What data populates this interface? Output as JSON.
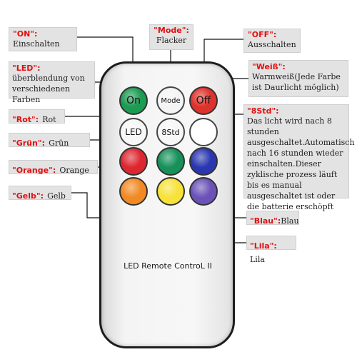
{
  "remote": {
    "label": "LED Remote ControL II"
  },
  "buttons": [
    {
      "id": "on",
      "text": "On",
      "color": "#1c9b52"
    },
    {
      "id": "mode",
      "text": "Mode",
      "color": "#f4f4f4"
    },
    {
      "id": "off",
      "text": "Off",
      "color": "#e0322c"
    },
    {
      "id": "led",
      "text": "LED",
      "color": "#f7f7f7"
    },
    {
      "id": "8std",
      "text": "8Std",
      "color": "#f7f7f7"
    },
    {
      "id": "weiss",
      "text": "",
      "color": "#ffffff"
    },
    {
      "id": "rot",
      "text": "",
      "color": "#de2630"
    },
    {
      "id": "gruen",
      "text": "",
      "color": "#16915a"
    },
    {
      "id": "blau",
      "text": "",
      "color": "#2a37b0"
    },
    {
      "id": "orange",
      "text": "",
      "color": "#f28a24"
    },
    {
      "id": "gelb",
      "text": "",
      "color": "#f7e23c"
    },
    {
      "id": "lila",
      "text": "",
      "color": "#6a52b8"
    }
  ],
  "labels": {
    "on": {
      "key": "\"ON\":",
      "text": "Einschalten"
    },
    "mode": {
      "key": "\"Mode\":",
      "text": "Flacker"
    },
    "off": {
      "key": "\"OFF\":",
      "text": "Ausschalten"
    },
    "led": {
      "key": "\"LED\":",
      "text": "überblendung von verschiedenen Farben"
    },
    "weiss": {
      "key": "\"Weiß\":",
      "text": "Warmweiß(Jede Farbe ist Daurlicht möglich)"
    },
    "rot": {
      "key": "\"Rot\":",
      "text": "Rot"
    },
    "8std": {
      "key": "\"8Std\":",
      "text": "Das licht wird nach 8 stunden ausgeschaltet.Automatisch nach 16 stunden wieder einschalten.Dieser zyklische prozess läuft bis es manual ausgeschaltet ist oder die batterie erschöpft wird."
    },
    "gruen": {
      "key": "\"Grün\":",
      "text": "Grün"
    },
    "orange": {
      "key": "\"Orange\":",
      "text": "Orange"
    },
    "gelb": {
      "key": "\"Gelb\":",
      "text": "Gelb"
    },
    "blau": {
      "key": "\"Blau\":",
      "text": "Blau"
    },
    "lila": {
      "key": "\"Lila\":",
      "text": "Lila"
    }
  }
}
